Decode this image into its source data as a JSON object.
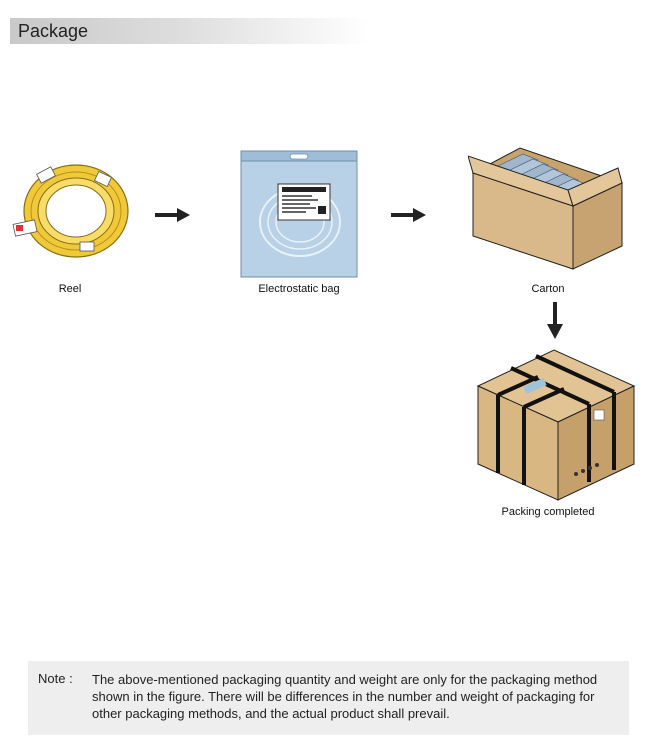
{
  "header": {
    "title": "Package"
  },
  "items": [
    {
      "label": "Reel"
    },
    {
      "label": "Electrostatic bag"
    },
    {
      "label": "Carton"
    },
    {
      "label": "Packing completed"
    }
  ],
  "note": {
    "prefix": "Note :",
    "text": "The above-mentioned packaging quantity and weight are only for the packaging method shown in the figure. There will be differences in the number and weight of packaging for other packaging methods, and the actual product shall prevail."
  },
  "colors": {
    "header_gradient": "#c9c9c9",
    "reel_yellow": "#f0c93a",
    "bag_blue": "#b9d1e6",
    "carton_tan": "#d9b98a",
    "note_background": "#eeeeee"
  }
}
